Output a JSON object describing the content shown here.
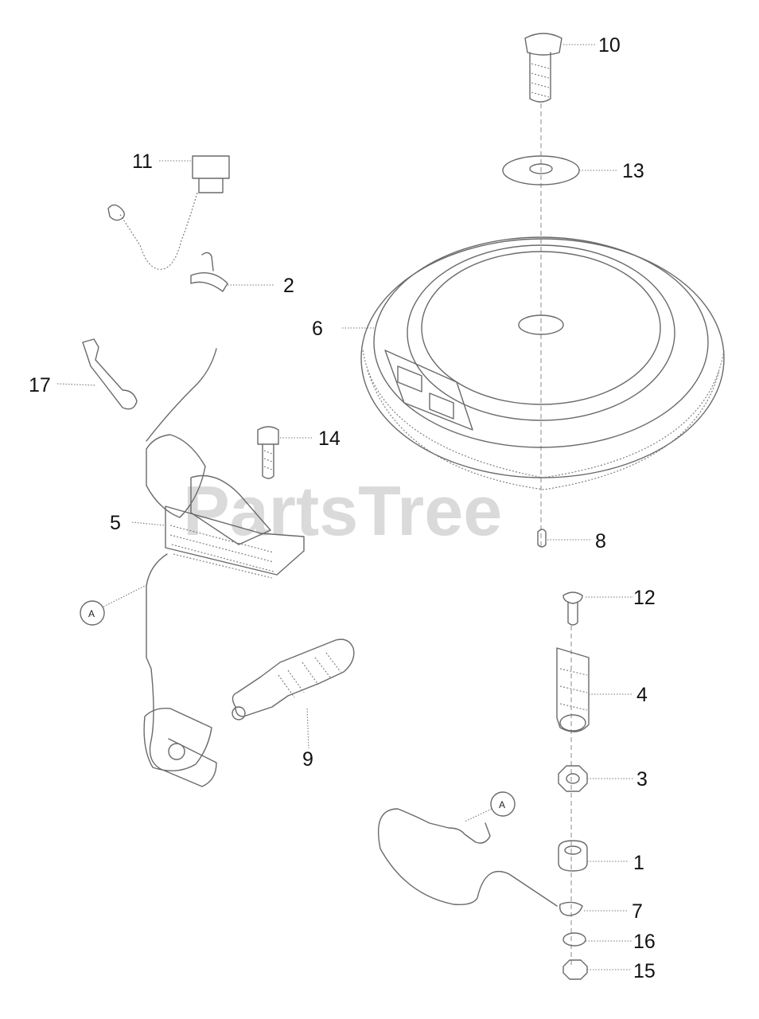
{
  "watermark": "PartsTree",
  "callouts": {
    "p1": "1",
    "p2": "2",
    "p3": "3",
    "p4": "4",
    "p5": "5",
    "p6": "6",
    "p7": "7",
    "p8": "8",
    "p9": "9",
    "p10": "10",
    "p11": "11",
    "p12": "12",
    "p13": "13",
    "p14": "14",
    "p15": "15",
    "p16": "16",
    "p17": "17"
  },
  "refs": {
    "upper": "A",
    "lower": "A"
  }
}
